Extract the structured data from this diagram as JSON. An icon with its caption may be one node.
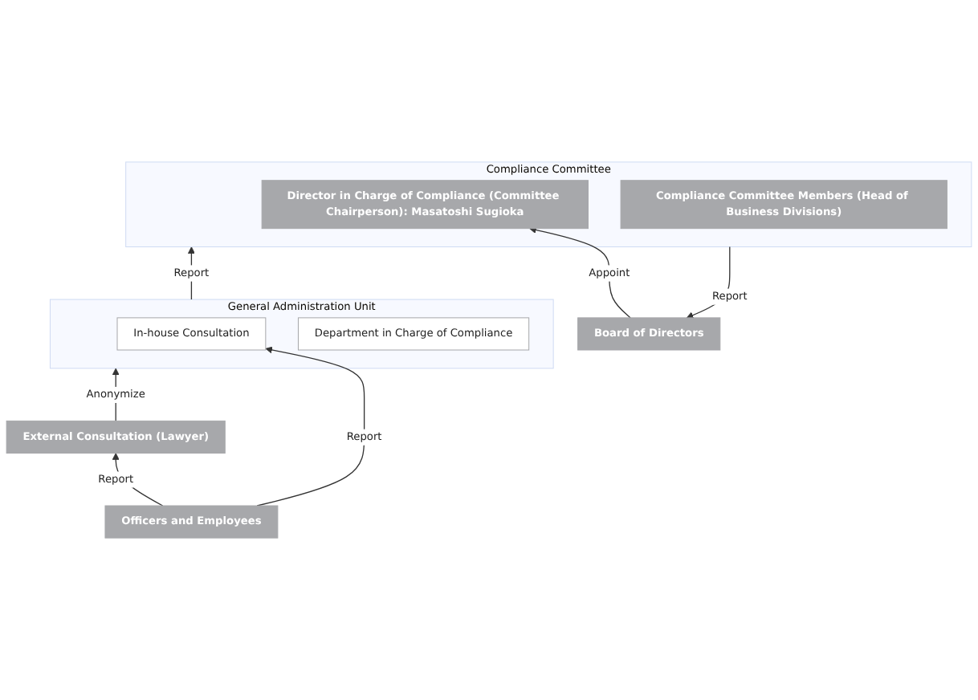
{
  "diagram": {
    "nodes": [
      {
        "text": [
          "Board of Directors"
        ]
      },
      {
        "text": [
          "Compliance Committee"
        ]
      },
      {
        "text": [
          "Director in Charge of Compliance (Committee Chairperson): Masatoshi Sugioka"
        ],
        "in": 1
      },
      {
        "text": [
          "Compliance Committee Members (Head of Business Divisions)"
        ],
        "in": 1
      },
      {
        "text": [
          "External Consultation (Lawyer)"
        ]
      },
      {
        "text": [
          "General Administration Unit"
        ]
      },
      {
        "text": [
          "In-house Consultation"
        ],
        "in": 5
      },
      {
        "text": [
          "Department in Charge of Compliance"
        ],
        "in": 5
      },
      {
        "text": [
          "Officers and Employees"
        ]
      }
    ],
    "edges": [
      {
        "from": 0,
        "to": 2,
        "arrow": "to",
        "label": "Appoint"
      },
      {
        "from": 1,
        "to": 0,
        "arrow": "to",
        "label": "Report"
      },
      {
        "from": 5,
        "to": 1,
        "arrow": "to",
        "label": "Report"
      },
      {
        "from": 4,
        "to": 5,
        "arrow": "to",
        "label": "Anonymize"
      },
      {
        "from": 8,
        "to": 4,
        "arrow": "to",
        "label": "Report"
      },
      {
        "from": 8,
        "to": 6,
        "arrow": "to",
        "label": "Report"
      }
    ]
  }
}
